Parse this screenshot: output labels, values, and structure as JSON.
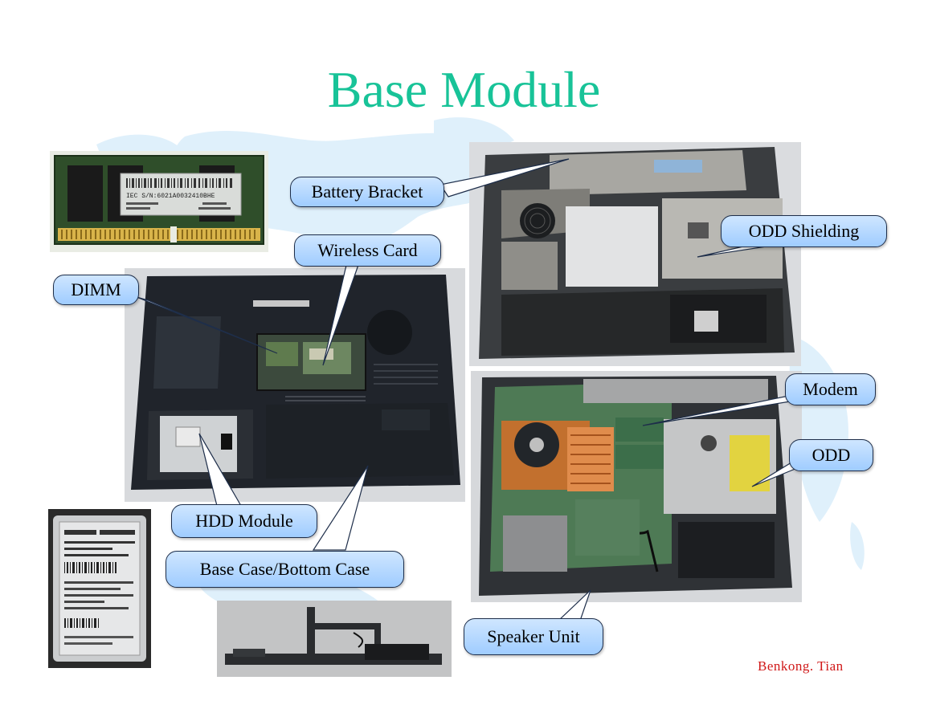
{
  "slide": {
    "title": "Base Module",
    "credit": "Benkong. Tian",
    "colors": {
      "title": "#18c398",
      "credit": "#d01818",
      "callout_fill": "#a9d2ff",
      "callout_border": "#1e2e4a"
    }
  },
  "callouts": {
    "battery_bracket": "Battery Bracket",
    "odd_shielding": "ODD Shielding",
    "wireless_card": "Wireless Card",
    "dimm": "DIMM",
    "modem": "Modem",
    "odd": "ODD",
    "hdd_module": "HDD Module",
    "base_case": "Base Case/Bottom Case",
    "speaker_unit": "Speaker Unit"
  },
  "photos": {
    "dimm_module": "dimm-module-photo",
    "hdd_drive": "hdd-drive-photo",
    "base_case_bottom": "base-case-bottom-photo",
    "base_inner_top": "base-inner-frame-photo",
    "base_mainboard": "base-mainboard-photo",
    "speaker_unit": "speaker-unit-photo"
  },
  "photo_label_text": {
    "dimm_sticker_serial": "IEC S/N:6021A0032410BHE"
  }
}
